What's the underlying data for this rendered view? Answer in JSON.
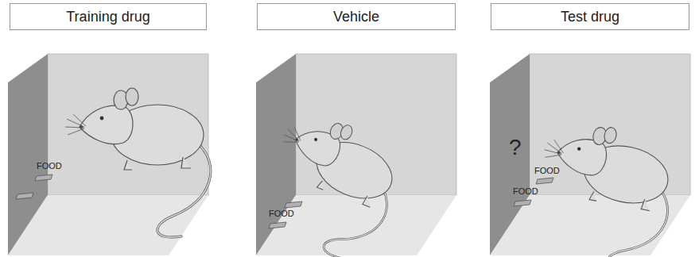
{
  "diagram": {
    "nodes": [
      {
        "text": [
          "Training drug"
        ]
      },
      {
        "text": [
          "Vehicle"
        ]
      },
      {
        "text": [
          "Test drug"
        ]
      }
    ],
    "labels": [
      "FOOD",
      "FOOD",
      "?",
      "FOOD",
      "FOOD"
    ]
  }
}
